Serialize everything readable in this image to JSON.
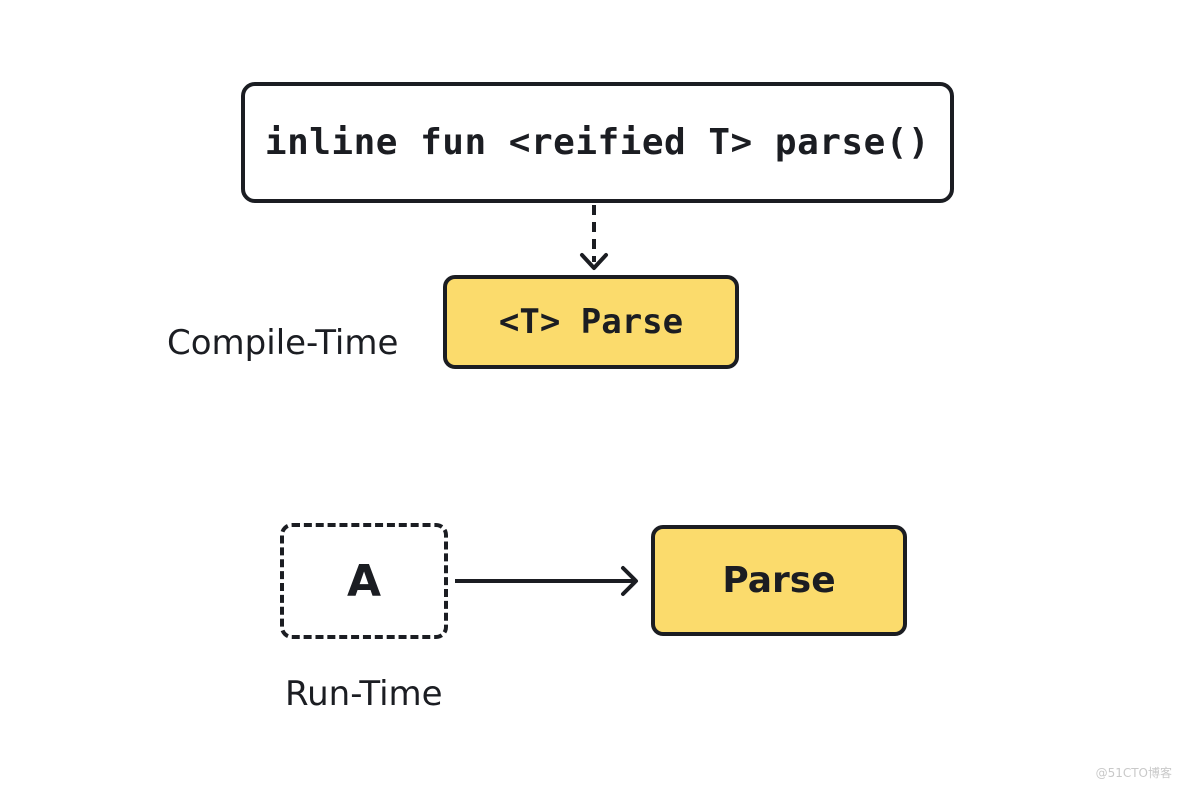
{
  "code_box": {
    "text": "inline fun <reified T> parse()"
  },
  "compile_time": {
    "label": "Compile-Time",
    "box_text": "<T> Parse"
  },
  "run_time": {
    "label": "Run-Time",
    "type_text": "A",
    "box_text": "Parse"
  },
  "watermark": "@51CTO博客",
  "colors": {
    "ink": "#1b1d22",
    "highlight": "#fbdb6c",
    "background": "#ffffff"
  }
}
